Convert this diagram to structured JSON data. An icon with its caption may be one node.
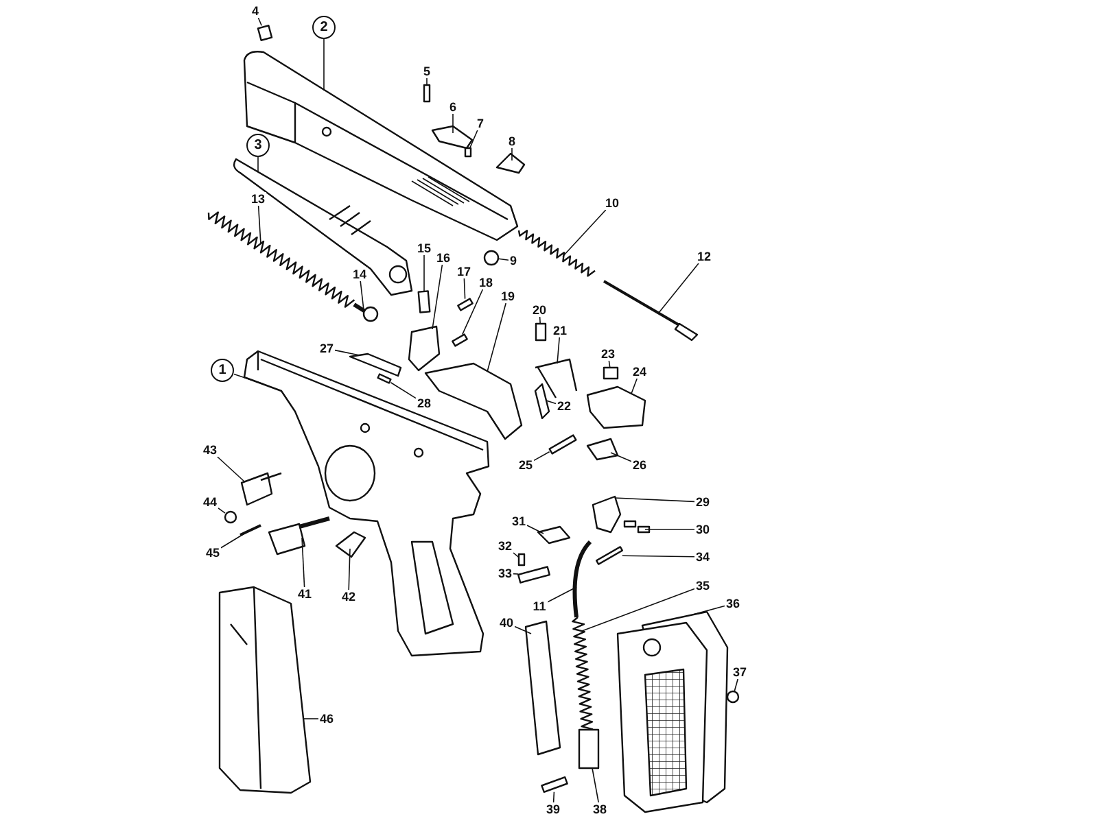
{
  "diagram": {
    "nodes": [
      {
        "text": [
          "4"
        ]
      },
      {
        "text": [
          "2"
        ]
      },
      {
        "text": [
          "5"
        ]
      },
      {
        "text": [
          "6"
        ]
      },
      {
        "text": [
          "7"
        ]
      },
      {
        "text": [
          "8"
        ]
      },
      {
        "text": [
          "3"
        ]
      },
      {
        "text": [
          "10"
        ]
      },
      {
        "text": [
          "13"
        ]
      },
      {
        "text": [
          "9"
        ]
      },
      {
        "text": [
          "12"
        ]
      },
      {
        "text": [
          "15"
        ]
      },
      {
        "text": [
          "16"
        ]
      },
      {
        "text": [
          "17"
        ]
      },
      {
        "text": [
          "18"
        ]
      },
      {
        "text": [
          "19"
        ]
      },
      {
        "text": [
          "14"
        ]
      },
      {
        "text": [
          "20"
        ]
      },
      {
        "text": [
          "21"
        ]
      },
      {
        "text": [
          "27"
        ]
      },
      {
        "text": [
          "23"
        ]
      },
      {
        "text": [
          "24"
        ]
      },
      {
        "text": [
          "1"
        ]
      },
      {
        "text": [
          "22"
        ]
      },
      {
        "text": [
          "28"
        ]
      },
      {
        "text": [
          "25"
        ]
      },
      {
        "text": [
          "26"
        ]
      },
      {
        "text": [
          "43"
        ]
      },
      {
        "text": [
          "29"
        ]
      },
      {
        "text": [
          "44"
        ]
      },
      {
        "text": [
          "31"
        ]
      },
      {
        "text": [
          "30"
        ]
      },
      {
        "text": [
          "32"
        ]
      },
      {
        "text": [
          "45"
        ]
      },
      {
        "text": [
          "34"
        ]
      },
      {
        "text": [
          "33"
        ]
      },
      {
        "text": [
          "35"
        ]
      },
      {
        "text": [
          "41"
        ]
      },
      {
        "text": [
          "42"
        ]
      },
      {
        "text": [
          "11"
        ]
      },
      {
        "text": [
          "36"
        ]
      },
      {
        "text": [
          "40"
        ]
      },
      {
        "text": [
          "37"
        ]
      },
      {
        "text": [
          "46"
        ]
      },
      {
        "text": [
          "39"
        ]
      },
      {
        "text": [
          "38"
        ]
      },
      {
        "text": [],
        "shape": "box"
      },
      {
        "text": [],
        "shape": "picture"
      },
      {
        "text": [],
        "shape": "box"
      },
      {
        "text": [],
        "shape": "picture"
      },
      {
        "text": [],
        "shape": "box"
      },
      {
        "text": [],
        "shape": "picture"
      },
      {
        "text": [],
        "shape": "picture"
      },
      {
        "text": [],
        "shape": "picture"
      },
      {
        "text": [],
        "shape": "picture"
      },
      {
        "text": [],
        "shape": "circle"
      },
      {
        "text": [],
        "shape": "picture"
      },
      {
        "text": [],
        "shape": "box"
      },
      {
        "text": [],
        "shape": "picture"
      },
      {
        "text": [],
        "shape": "box"
      },
      {
        "text": [],
        "shape": "box"
      },
      {
        "text": [],
        "shape": "picture"
      },
      {
        "text": [],
        "shape": "picture"
      },
      {
        "text": [],
        "shape": "box"
      },
      {
        "text": [],
        "shape": "picture"
      },
      {
        "text": [],
        "shape": "picture"
      },
      {
        "text": [],
        "shape": "box"
      },
      {
        "text": [],
        "shape": "picture"
      },
      {
        "text": [],
        "shape": "picture"
      },
      {
        "text": [],
        "shape": "picture"
      },
      {
        "text": [],
        "shape": "box"
      },
      {
        "text": [],
        "shape": "box"
      },
      {
        "text": [],
        "shape": "picture"
      },
      {
        "text": [],
        "shape": "picture"
      },
      {
        "text": [],
        "shape": "picture"
      },
      {
        "text": [],
        "shape": "circle"
      },
      {
        "text": [],
        "shape": "picture"
      },
      {
        "text": [],
        "shape": "picture"
      },
      {
        "text": [],
        "shape": "box"
      },
      {
        "text": [],
        "shape": "picture"
      },
      {
        "text": [],
        "shape": "box"
      },
      {
        "text": [],
        "shape": "box"
      },
      {
        "text": [],
        "shape": "picture"
      },
      {
        "text": [],
        "shape": "picture"
      },
      {
        "text": [],
        "shape": "picture"
      },
      {
        "text": [],
        "shape": "picture"
      },
      {
        "text": [],
        "shape": "picture"
      },
      {
        "text": [],
        "shape": "picture"
      },
      {
        "text": [],
        "shape": "circle"
      },
      {
        "text": [],
        "shape": "picture"
      },
      {
        "text": [],
        "shape": "box"
      },
      {
        "text": [],
        "shape": "box"
      }
    ],
    "edges": [
      {
        "from": 0,
        "to": 46,
        "arrow": "none"
      },
      {
        "from": 1,
        "to": 47,
        "arrow": "none"
      },
      {
        "from": 2,
        "to": 48,
        "arrow": "none"
      },
      {
        "from": 3,
        "to": 49,
        "arrow": "none"
      },
      {
        "from": 4,
        "to": 50,
        "arrow": "none"
      },
      {
        "from": 5,
        "to": 51,
        "arrow": "none"
      },
      {
        "from": 6,
        "to": 52,
        "arrow": "none"
      },
      {
        "from": 7,
        "to": 53,
        "arrow": "none"
      },
      {
        "from": 8,
        "to": 54,
        "arrow": "none"
      },
      {
        "from": 9,
        "to": 55,
        "arrow": "none"
      },
      {
        "from": 10,
        "to": 56,
        "arrow": "none"
      },
      {
        "from": 11,
        "to": 57,
        "arrow": "none"
      },
      {
        "from": 12,
        "to": 58,
        "arrow": "none"
      },
      {
        "from": 13,
        "to": 59,
        "arrow": "none"
      },
      {
        "from": 14,
        "to": 60,
        "arrow": "none"
      },
      {
        "from": 15,
        "to": 61,
        "arrow": "none"
      },
      {
        "from": 16,
        "to": 62,
        "arrow": "none"
      },
      {
        "from": 17,
        "to": 63,
        "arrow": "none"
      },
      {
        "from": 18,
        "to": 64,
        "arrow": "none"
      },
      {
        "from": 19,
        "to": 65,
        "arrow": "none"
      },
      {
        "from": 20,
        "to": 66,
        "arrow": "none"
      },
      {
        "from": 21,
        "to": 67,
        "arrow": "none"
      },
      {
        "from": 22,
        "to": 68,
        "arrow": "none"
      },
      {
        "from": 23,
        "to": 69,
        "arrow": "none"
      },
      {
        "from": 24,
        "to": 70,
        "arrow": "none"
      },
      {
        "from": 25,
        "to": 71,
        "arrow": "none"
      },
      {
        "from": 26,
        "to": 72,
        "arrow": "none"
      },
      {
        "from": 27,
        "to": 73,
        "arrow": "none"
      },
      {
        "from": 28,
        "to": 74,
        "arrow": "none"
      },
      {
        "from": 29,
        "to": 75,
        "arrow": "none"
      },
      {
        "from": 30,
        "to": 76,
        "arrow": "none"
      },
      {
        "from": 31,
        "to": 77,
        "arrow": "none"
      },
      {
        "from": 32,
        "to": 78,
        "arrow": "none"
      },
      {
        "from": 33,
        "to": 79,
        "arrow": "none"
      },
      {
        "from": 34,
        "to": 80,
        "arrow": "none"
      },
      {
        "from": 35,
        "to": 81,
        "arrow": "none"
      },
      {
        "from": 36,
        "to": 82,
        "arrow": "none"
      },
      {
        "from": 37,
        "to": 83,
        "arrow": "none"
      },
      {
        "from": 38,
        "to": 84,
        "arrow": "none"
      },
      {
        "from": 39,
        "to": 85,
        "arrow": "none"
      },
      {
        "from": 40,
        "to": 86,
        "arrow": "none"
      },
      {
        "from": 41,
        "to": 87,
        "arrow": "none"
      },
      {
        "from": 42,
        "to": 88,
        "arrow": "none"
      },
      {
        "from": 43,
        "to": 89,
        "arrow": "none"
      },
      {
        "from": 44,
        "to": 90,
        "arrow": "none"
      },
      {
        "from": 45,
        "to": 91,
        "arrow": "none"
      }
    ]
  }
}
